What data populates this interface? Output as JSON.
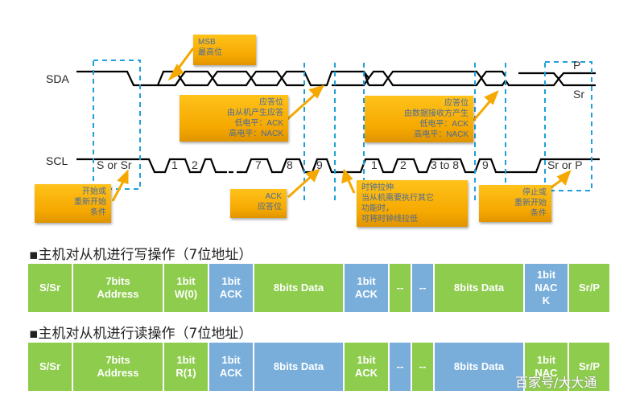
{
  "timing": {
    "signals": {
      "sda": "SDA",
      "scl": "SCL"
    },
    "scl_labels": {
      "start": "S or Sr",
      "bits_first": [
        "1",
        "2",
        "7",
        "8",
        "9"
      ],
      "bits_second": [
        "1",
        "2",
        "3 to 8",
        "9"
      ],
      "end": "Sr or P"
    },
    "sda_end_labels": {
      "p": "P",
      "sr": "Sr"
    },
    "callouts": {
      "msb": [
        "MSB",
        "最高位"
      ],
      "slave_ack": [
        "应答位",
        "由从机产生应答",
        "低电平：ACK",
        "高电平：NACK"
      ],
      "receiver_ack": [
        "应答位",
        "由数据接收方产生",
        "低电平：ACK",
        "高电平：NACK"
      ],
      "start": [
        "开始或",
        "重新开始",
        "条件"
      ],
      "ack": [
        "ACK",
        "应答位"
      ],
      "clock_stretch": [
        "时钟拉伸",
        "当从机需要执行其它",
        "功能时，",
        "可将时钟线拉低"
      ],
      "stop": [
        "停止或",
        "重新开始",
        "条件"
      ]
    }
  },
  "write_section": {
    "heading": "▪主机对从机进行写操作（7位地址）",
    "cells": [
      {
        "text": "S/Sr",
        "color": "green"
      },
      {
        "text": "7bits\nAddress",
        "color": "green"
      },
      {
        "text": "1bit\nW(0)",
        "color": "green"
      },
      {
        "text": "1bit\nACK",
        "color": "blue"
      },
      {
        "text": "8bits Data",
        "color": "green"
      },
      {
        "text": "1bit\nACK",
        "color": "blue"
      },
      {
        "text": "--",
        "color": "green"
      },
      {
        "text": "--",
        "color": "blue"
      },
      {
        "text": "8bits Data",
        "color": "green"
      },
      {
        "text": "1bit\nNAC\nK",
        "color": "blue"
      },
      {
        "text": "Sr/P",
        "color": "green"
      }
    ]
  },
  "read_section": {
    "heading": "▪主机对从机进行读操作（7位地址）",
    "cells": [
      {
        "text": "S/Sr",
        "color": "green"
      },
      {
        "text": "7bits\nAddress",
        "color": "green"
      },
      {
        "text": "1bit\nR(1)",
        "color": "green"
      },
      {
        "text": "1bit\nACK",
        "color": "blue"
      },
      {
        "text": "8bits Data",
        "color": "blue"
      },
      {
        "text": "1bit\nACK",
        "color": "green"
      },
      {
        "text": "--",
        "color": "blue"
      },
      {
        "text": "--",
        "color": "green"
      },
      {
        "text": "8bits Data",
        "color": "blue"
      },
      {
        "text": "1bit\nNAC",
        "color": "green"
      },
      {
        "text": "Sr/P",
        "color": "green"
      }
    ]
  },
  "colors": {
    "green": "#8dcc4c",
    "blue": "#79aedb",
    "callout": "#f5a800",
    "marker": "#1ea0dc"
  },
  "watermark": "百家号/大大通"
}
